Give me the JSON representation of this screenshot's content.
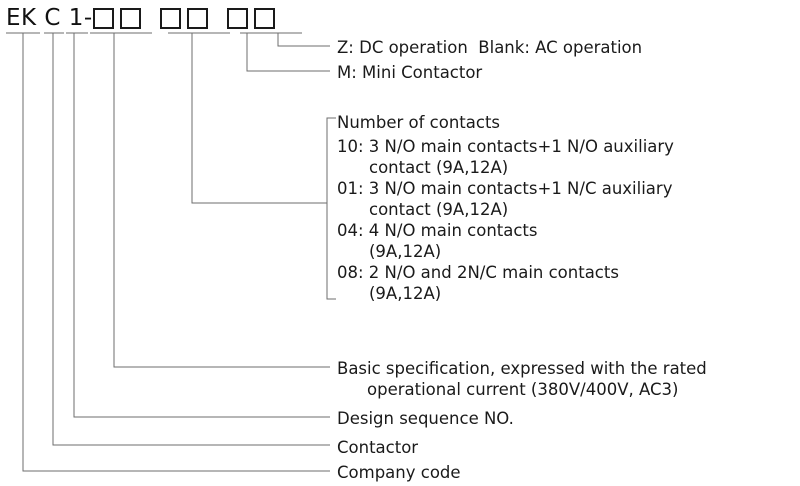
{
  "code": {
    "prefix": "EK C 1-",
    "box_groups": [
      {
        "name": "basic-spec-boxes",
        "count": 2
      },
      {
        "name": "contacts-boxes",
        "count": 2
      },
      {
        "name": "suffix-boxes",
        "count": 2
      }
    ]
  },
  "labels": {
    "z_blank": "Z: DC operation  Blank: AC operation",
    "mini": "M: Mini Contactor",
    "number_of_contacts": "Number of contacts",
    "basic_spec_line1": "Basic specification, expressed with the rated",
    "basic_spec_line2": "operational current (380V/400V, AC3)",
    "design_sequence": "Design sequence NO.",
    "contactor": "Contactor",
    "company_code": "Company code"
  },
  "contacts": [
    {
      "code": "10",
      "line1": "10: 3 N/O main contacts+1 N/O auxiliary",
      "line2": "contact (9A,12A)"
    },
    {
      "code": "01",
      "line1": "01: 3 N/O main contacts+1 N/C auxiliary",
      "line2": "contact (9A,12A)"
    },
    {
      "code": "04",
      "line1": "04: 4 N/O main contacts",
      "line2": "(9A,12A)"
    },
    {
      "code": "08",
      "line1": "08: 2 N/O and 2N/C main contacts",
      "line2": "(9A,12A)"
    }
  ],
  "colors": {
    "text": "#1a1a1a",
    "leader_line": "#6e6e6e",
    "box_border": "#1a1a1a",
    "background": "#ffffff"
  }
}
